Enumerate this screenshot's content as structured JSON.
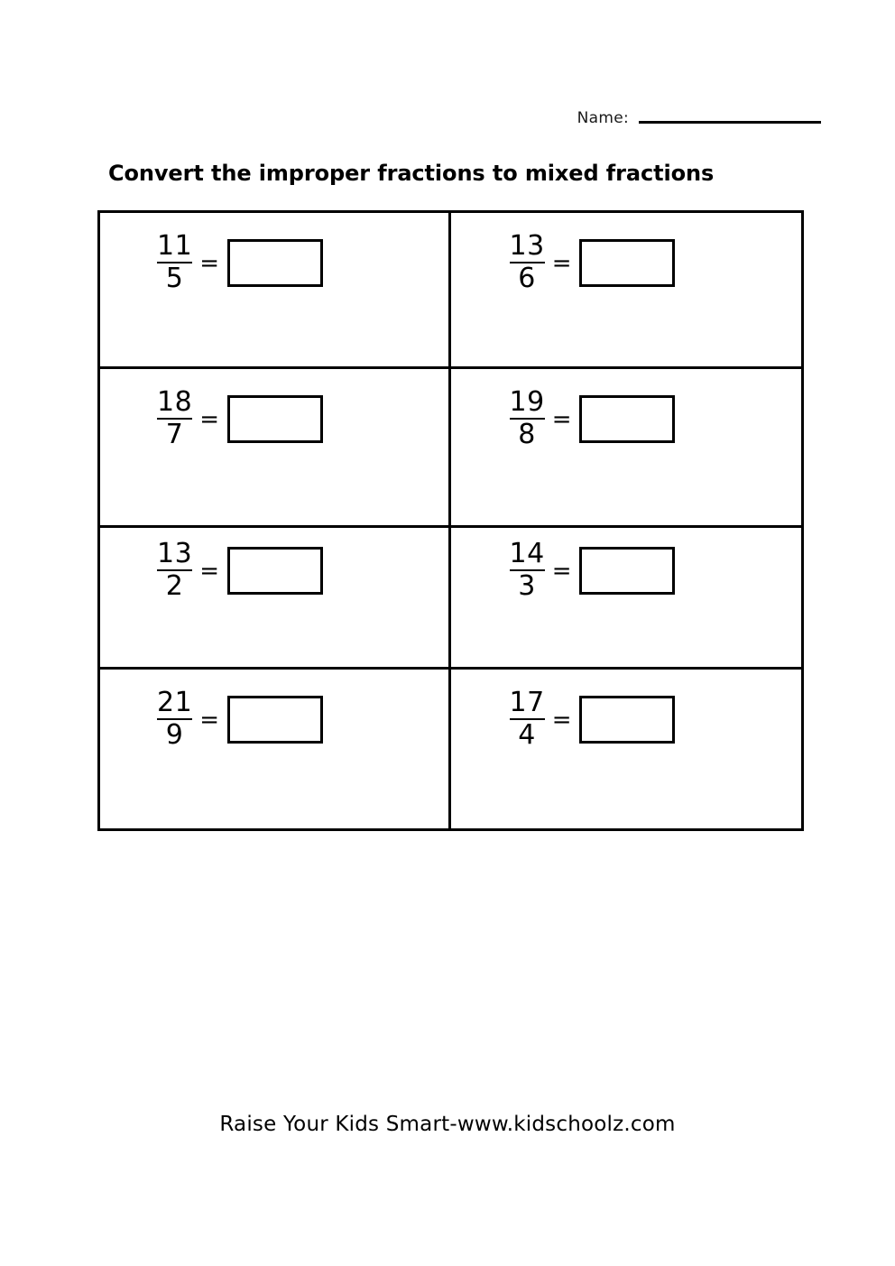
{
  "header": {
    "name_label": "Name:",
    "name_value": ""
  },
  "title": "Convert the improper fractions to mixed fractions",
  "worksheet": {
    "rows": [
      {
        "cells": [
          {
            "numerator": "11",
            "denominator": "5",
            "operator": "=",
            "answer": ""
          },
          {
            "numerator": "13",
            "denominator": "6",
            "operator": "=",
            "answer": ""
          }
        ]
      },
      {
        "cells": [
          {
            "numerator": "18",
            "denominator": "7",
            "operator": "=",
            "answer": ""
          },
          {
            "numerator": "19",
            "denominator": "8",
            "operator": "=",
            "answer": ""
          }
        ]
      },
      {
        "cells": [
          {
            "numerator": "13",
            "denominator": "2",
            "operator": "=",
            "answer": ""
          },
          {
            "numerator": "14",
            "denominator": "3",
            "operator": "=",
            "answer": ""
          }
        ]
      },
      {
        "cells": [
          {
            "numerator": "21",
            "denominator": "9",
            "operator": "=",
            "answer": ""
          },
          {
            "numerator": "17",
            "denominator": "4",
            "operator": "=",
            "answer": ""
          }
        ]
      }
    ]
  },
  "footer": "Raise Your Kids Smart-www.kidschoolz.com",
  "colors": {
    "ink": "#000000",
    "paper": "#ffffff"
  }
}
